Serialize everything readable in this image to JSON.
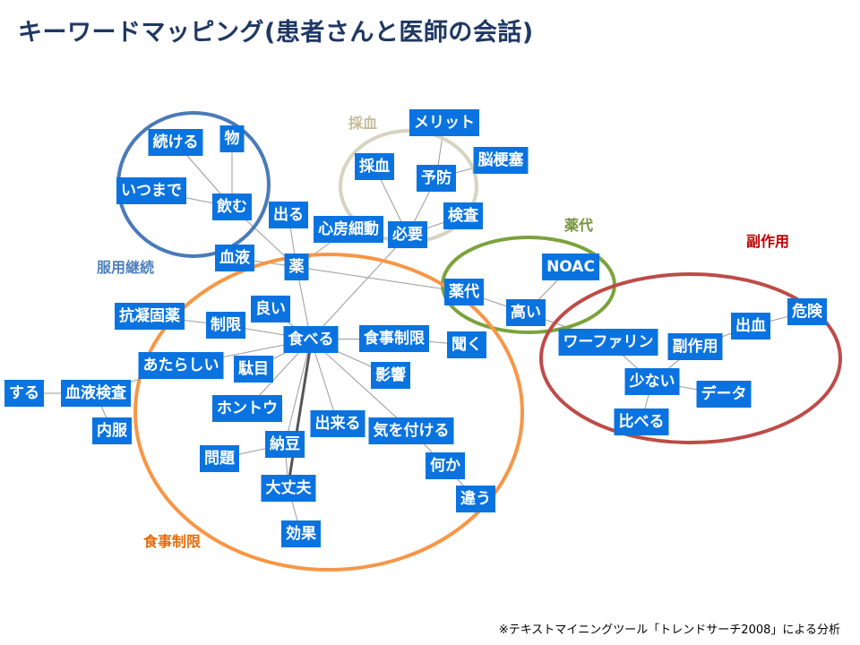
{
  "title": "キーワードマッピング(患者さんと医師の会話)",
  "footnote": "※テキストマイニングツール「トレンドサーチ2008」による分析",
  "groups": [
    {
      "label": "服用継続",
      "color": "#4472c4"
    },
    {
      "label": "採血",
      "color": "#c8c3a8"
    },
    {
      "label": "薬代",
      "color": "#7aa33c"
    },
    {
      "label": "副作用",
      "color": "#c00000"
    },
    {
      "label": "食事制限",
      "color": "#ed7d31"
    }
  ],
  "nodes": [
    {
      "id": "tsuzukeru",
      "label": "続ける"
    },
    {
      "id": "mono",
      "label": "物"
    },
    {
      "id": "itsumade",
      "label": "いつまで"
    },
    {
      "id": "nomu",
      "label": "飲む"
    },
    {
      "id": "deru",
      "label": "出る"
    },
    {
      "id": "shinbo",
      "label": "心房細動"
    },
    {
      "id": "saiketsu",
      "label": "採血"
    },
    {
      "id": "merit",
      "label": "メリット"
    },
    {
      "id": "nokousoku",
      "label": "脳梗塞"
    },
    {
      "id": "yobou",
      "label": "予防"
    },
    {
      "id": "hitsuyou",
      "label": "必要"
    },
    {
      "id": "kensa",
      "label": "検査"
    },
    {
      "id": "noac",
      "label": "NOAC"
    },
    {
      "id": "ketsueki",
      "label": "血液"
    },
    {
      "id": "kusuri",
      "label": "薬"
    },
    {
      "id": "yakudai",
      "label": "薬代"
    },
    {
      "id": "takai",
      "label": "高い"
    },
    {
      "id": "kiken",
      "label": "危険"
    },
    {
      "id": "shukketsu",
      "label": "出血"
    },
    {
      "id": "warfarin",
      "label": "ワーファリン"
    },
    {
      "id": "fukusayou",
      "label": "副作用"
    },
    {
      "id": "sukunai",
      "label": "少ない"
    },
    {
      "id": "data",
      "label": "データ"
    },
    {
      "id": "kuraberu",
      "label": "比べる"
    },
    {
      "id": "kougyouko",
      "label": "抗凝固薬"
    },
    {
      "id": "seigen",
      "label": "制限"
    },
    {
      "id": "yoi",
      "label": "良い"
    },
    {
      "id": "taberu",
      "label": "食べる"
    },
    {
      "id": "shokujiseigen",
      "label": "食事制限"
    },
    {
      "id": "kiku",
      "label": "聞く"
    },
    {
      "id": "atarashii",
      "label": "あたらしい"
    },
    {
      "id": "dame",
      "label": "駄目"
    },
    {
      "id": "eikyou",
      "label": "影響"
    },
    {
      "id": "suru",
      "label": "する"
    },
    {
      "id": "ketsuekikensa",
      "label": "血液検査"
    },
    {
      "id": "naifuku",
      "label": "内服"
    },
    {
      "id": "honto",
      "label": "ホントウ"
    },
    {
      "id": "dekiru",
      "label": "出来る"
    },
    {
      "id": "kiwotsukeru",
      "label": "気を付ける"
    },
    {
      "id": "mondai",
      "label": "問題"
    },
    {
      "id": "natto",
      "label": "納豆"
    },
    {
      "id": "nanika",
      "label": "何か"
    },
    {
      "id": "daijoubu",
      "label": "大丈夫"
    },
    {
      "id": "chigau",
      "label": "違う"
    },
    {
      "id": "kouka",
      "label": "効果"
    }
  ],
  "edges": [
    [
      "tsuzukeru",
      "nomu"
    ],
    [
      "mono",
      "nomu"
    ],
    [
      "itsumade",
      "nomu"
    ],
    [
      "nomu",
      "kusuri"
    ],
    [
      "deru",
      "kusuri"
    ],
    [
      "shinbo",
      "kusuri"
    ],
    [
      "ketsueki",
      "kusuri"
    ],
    [
      "saiketsu",
      "hitsuyou"
    ],
    [
      "merit",
      "yobou"
    ],
    [
      "nokousoku",
      "yobou"
    ],
    [
      "yobou",
      "hitsuyou"
    ],
    [
      "kensa",
      "hitsuyou"
    ],
    [
      "hitsuyou",
      "taberu"
    ],
    [
      "kusuri",
      "yakudai"
    ],
    [
      "kusuri",
      "taberu"
    ],
    [
      "yakudai",
      "takai"
    ],
    [
      "noac",
      "takai"
    ],
    [
      "takai",
      "warfarin"
    ],
    [
      "warfarin",
      "sukunai"
    ],
    [
      "fukusayou",
      "sukunai"
    ],
    [
      "fukusayou",
      "shukketsu"
    ],
    [
      "shukketsu",
      "kiken"
    ],
    [
      "sukunai",
      "data"
    ],
    [
      "sukunai",
      "kuraberu"
    ],
    [
      "kougyouko",
      "seigen"
    ],
    [
      "seigen",
      "taberu"
    ],
    [
      "yoi",
      "taberu"
    ],
    [
      "taberu",
      "shokujiseigen"
    ],
    [
      "shokujiseigen",
      "kiku"
    ],
    [
      "atarashii",
      "taberu"
    ],
    [
      "dame",
      "taberu"
    ],
    [
      "eikyou",
      "taberu"
    ],
    [
      "honto",
      "taberu"
    ],
    [
      "dekiru",
      "taberu"
    ],
    [
      "kiwotsukeru",
      "taberu"
    ],
    [
      "taberu",
      "natto"
    ],
    [
      "mondai",
      "natto"
    ],
    [
      "natto",
      "daijoubu"
    ],
    [
      "daijoubu",
      "kouka"
    ],
    [
      "kiwotsukeru",
      "nanika"
    ],
    [
      "nanika",
      "chigau"
    ],
    [
      "suru",
      "ketsuekikensa"
    ],
    [
      "ketsuekikensa",
      "naifuku"
    ],
    [
      "ketsuekikensa",
      "atarashii"
    ]
  ]
}
